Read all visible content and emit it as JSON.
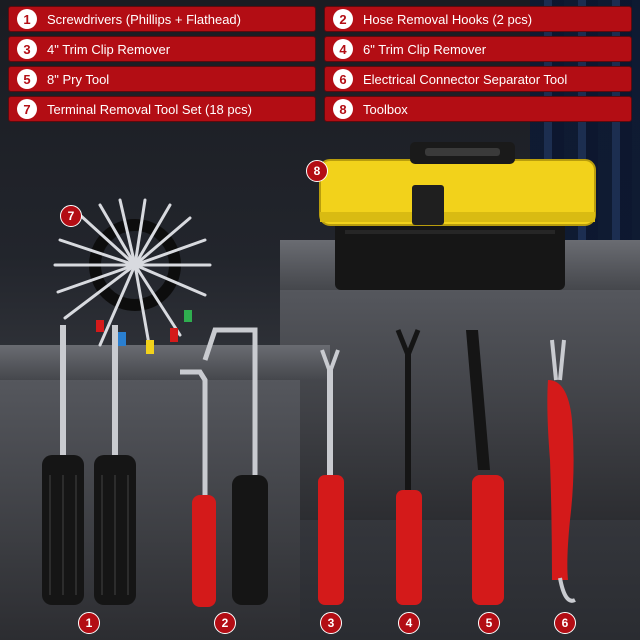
{
  "legend": [
    {
      "num": "1",
      "label": "Screwdrivers (Phillips + Flathead)"
    },
    {
      "num": "2",
      "label": "Hose Removal Hooks (2 pcs)"
    },
    {
      "num": "3",
      "label": "4\" Trim Clip Remover"
    },
    {
      "num": "4",
      "label": "6\" Trim Clip Remover"
    },
    {
      "num": "5",
      "label": "8\" Pry Tool"
    },
    {
      "num": "6",
      "label": "Electrical Connector Separator Tool"
    },
    {
      "num": "7",
      "label": "Terminal Removal Tool Set (18 pcs)"
    },
    {
      "num": "8",
      "label": "Toolbox"
    }
  ],
  "badges": {
    "toolbox": "8",
    "terminal_set": "7",
    "screwdrivers": "1",
    "hooks": "2",
    "trim_4": "3",
    "trim_6": "4",
    "pry": "5",
    "separator": "6"
  },
  "colors": {
    "accent": "#b30d14",
    "toolbox_yellow": "#f2d21b",
    "toolbox_black": "#161616",
    "handle_red": "#d41a1a",
    "handle_black": "#151515",
    "steel": "#c9cbd0"
  }
}
